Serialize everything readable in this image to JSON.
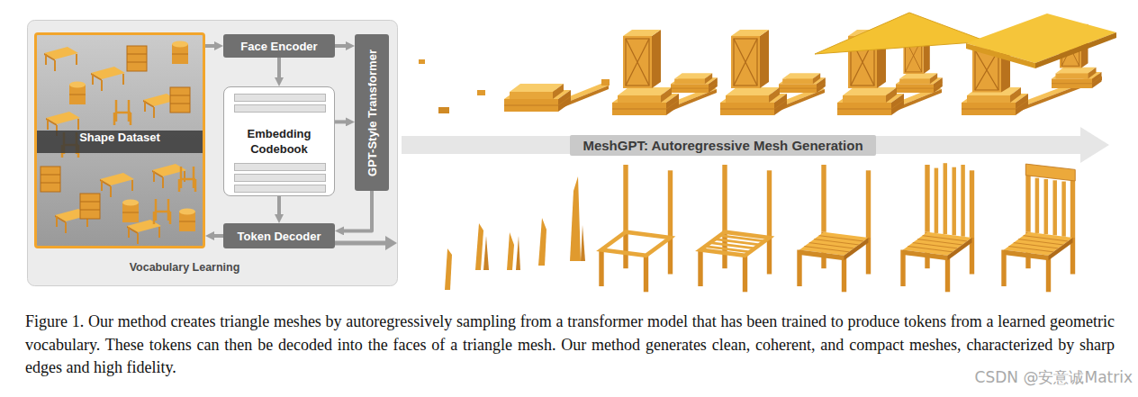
{
  "diagram": {
    "caption": "Figure 1. Our method creates triangle meshes by autoregressively sampling from a transformer model that has been trained to produce tokens from a learned geometric vocabulary. These tokens can then be decoded into the faces of a triangle mesh. Our method generates clean, coherent, and compact meshes, characterized by sharp edges and high fidelity.",
    "nodes": [
      {
        "text": [
          "Vocabulary Learning"
        ]
      },
      {
        "text": [
          "Shape Dataset"
        ],
        "in": 0
      },
      {
        "text": [
          "Face Encoder"
        ],
        "in": 0
      },
      {
        "text": [
          "Embedding Codebook"
        ],
        "in": 0
      },
      {
        "text": [
          "Token Decoder"
        ],
        "in": 0
      },
      {
        "text": [
          "GPT-Style Transformer"
        ],
        "in": 0
      },
      {
        "text": [
          "MeshGPT: Autoregressive Mesh Generation"
        ]
      }
    ],
    "edges": [
      {
        "from": 1,
        "to": 2,
        "arrow": "to"
      },
      {
        "from": 2,
        "to": 5,
        "arrow": "to"
      },
      {
        "from": 2,
        "to": 3,
        "arrow": "to"
      },
      {
        "from": 3,
        "to": 5,
        "arrow": "to"
      },
      {
        "from": 3,
        "to": 4,
        "arrow": "to"
      },
      {
        "from": 5,
        "to": 4,
        "arrow": "to"
      },
      {
        "from": 4,
        "to": 1,
        "arrow": "to"
      }
    ],
    "labels": [
      "CSDN @安意诚Matrix"
    ]
  }
}
